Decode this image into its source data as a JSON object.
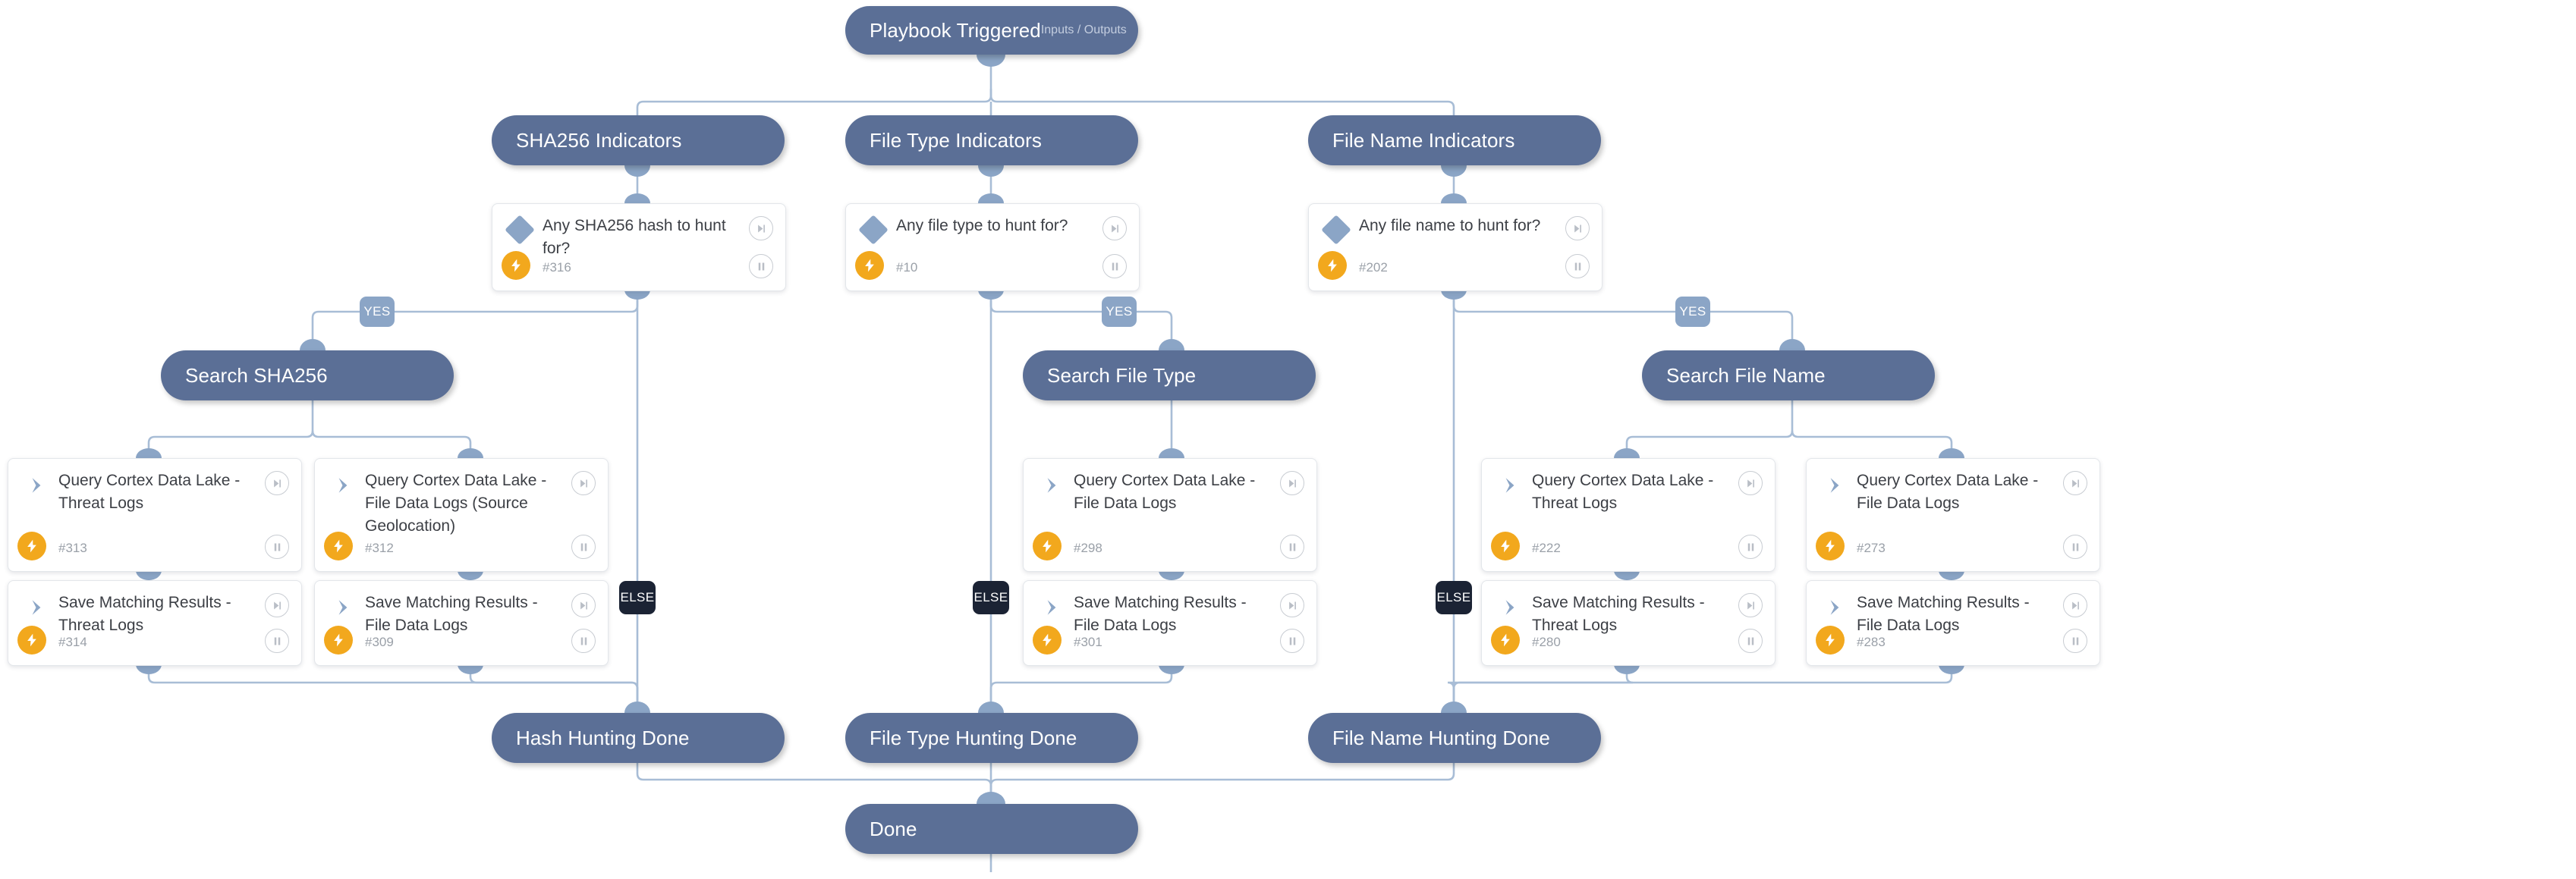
{
  "diagram": {
    "type": "playbook-workflow",
    "title": "Playbook Triggered",
    "colors": {
      "stage_fill": "#5b6f96",
      "card_fill": "#ffffff",
      "accent_bolt": "#f2a81d",
      "connector": "#a8bdd6",
      "yes_badge": "#8ba5c6",
      "else_badge": "#1b2334",
      "canvas": "#ffffff"
    }
  },
  "stages": {
    "trigger": {
      "label": "Playbook Triggered",
      "sub": "Inputs / Outputs"
    },
    "indicators": [
      {
        "label": "SHA256 Indicators"
      },
      {
        "label": "File Type Indicators"
      },
      {
        "label": "File Name Indicators"
      }
    ],
    "searches": [
      {
        "label": "Search SHA256"
      },
      {
        "label": "Search File Type"
      },
      {
        "label": "Search File Name"
      }
    ],
    "hunting_done": [
      {
        "label": "Hash Hunting Done"
      },
      {
        "label": "File Type Hunting Done"
      },
      {
        "label": "File Name Hunting Done"
      }
    ],
    "done": {
      "label": "Done"
    }
  },
  "conditions": [
    {
      "title": "Any SHA256 hash to hunt for?",
      "id": "#316",
      "icon": "diamond-icon",
      "branch_yes": "YES",
      "branch_else": "ELSE"
    },
    {
      "title": "Any file type to hunt for?",
      "id": "#10",
      "icon": "diamond-icon",
      "branch_yes": "YES",
      "branch_else": "ELSE"
    },
    {
      "title": "Any file name to hunt for?",
      "id": "#202",
      "icon": "diamond-icon",
      "branch_yes": "YES",
      "branch_else": "ELSE"
    }
  ],
  "tasks": [
    {
      "title": "Query Cortex Data Lake - Threat Logs",
      "id": "#313",
      "column": "sha256",
      "row": "query"
    },
    {
      "title": "Query Cortex Data Lake - File Data Logs (Source Geolocation)",
      "id": "#312",
      "column": "sha256",
      "row": "query"
    },
    {
      "title": "Save Matching Results - Threat Logs",
      "id": "#314",
      "column": "sha256",
      "row": "save"
    },
    {
      "title": "Save Matching Results - File Data Logs",
      "id": "#309",
      "column": "sha256",
      "row": "save"
    },
    {
      "title": "Query Cortex Data Lake - File Data Logs",
      "id": "#298",
      "column": "filetype",
      "row": "query"
    },
    {
      "title": "Save Matching Results - File Data Logs",
      "id": "#301",
      "column": "filetype",
      "row": "save"
    },
    {
      "title": "Query Cortex Data Lake - Threat Logs",
      "id": "#222",
      "column": "filename",
      "row": "query"
    },
    {
      "title": "Query Cortex Data Lake - File Data Logs",
      "id": "#273",
      "column": "filename",
      "row": "query"
    },
    {
      "title": "Save Matching Results - Threat Logs",
      "id": "#280",
      "column": "filename",
      "row": "save"
    },
    {
      "title": "Save Matching Results - File Data Logs",
      "id": "#283",
      "column": "filename",
      "row": "save"
    }
  ],
  "badges": {
    "yes": [
      "YES",
      "YES",
      "YES"
    ],
    "else": [
      "ELSE",
      "ELSE",
      "ELSE"
    ]
  },
  "icons": {
    "card_top_right": "skip-forward-icon",
    "card_bottom_right": "pause-icon",
    "task_leading": "chevron-right-icon",
    "condition_leading": "diamond-icon",
    "automation": "lightning-bolt-icon"
  }
}
